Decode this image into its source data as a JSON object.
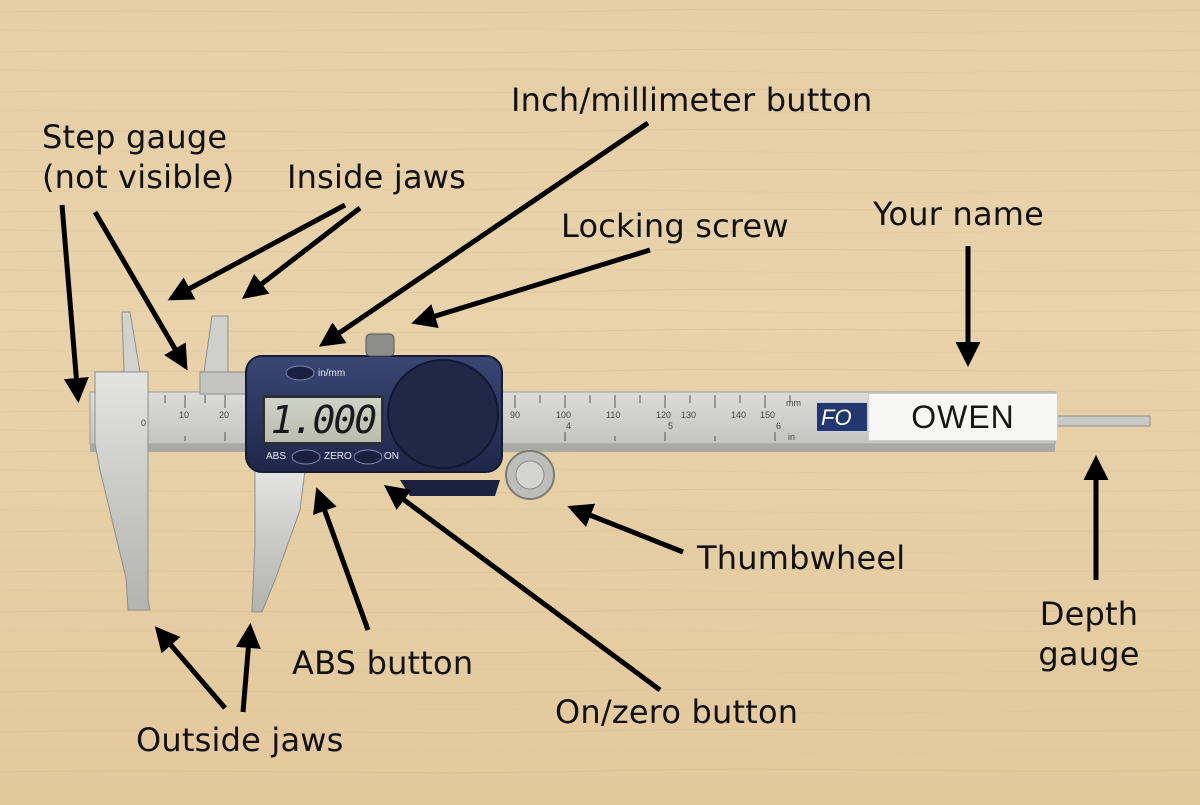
{
  "labels": {
    "step_gauge": "Step gauge",
    "step_gauge_note": "(not visible)",
    "inside_jaws": "Inside jaws",
    "inch_mm_button": "Inch/millimeter button",
    "locking_screw": "Locking screw",
    "your_name": "Your name",
    "thumbwheel": "Thumbwheel",
    "depth_gauge_1": "Depth",
    "depth_gauge_2": "gauge",
    "abs_button": "ABS button",
    "on_zero_button": "On/zero button",
    "outside_jaws": "Outside jaws"
  },
  "device": {
    "display_reading": "1.000",
    "inmm_label": "in/mm",
    "abs_label": "ABS",
    "zero_label": "ZERO",
    "on_label": "ON",
    "name_tag": "OWEN",
    "brand_fragment": "FO",
    "scale_ticks_left": [
      "0",
      "10",
      "20"
    ],
    "scale_ticks_right": [
      "90",
      "100",
      "110",
      "120",
      "130",
      "140",
      "150"
    ],
    "scale_inch_marks": [
      "4",
      "5",
      "6"
    ],
    "scale_unit_mm": "mm",
    "scale_unit_in": "in"
  },
  "colors": {
    "table": "#e6cfa5",
    "steel": "#cfcfcc",
    "body_blue": "#27325a",
    "arrow": "#000000"
  }
}
